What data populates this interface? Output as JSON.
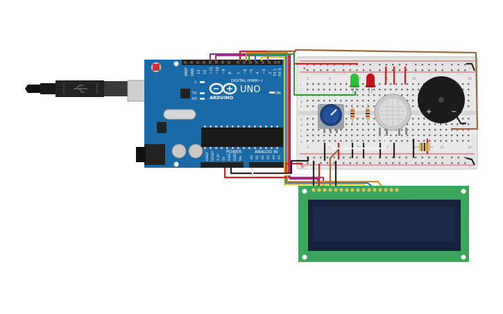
{
  "arduino": {
    "brand": "ARDUINO",
    "model": "UNO",
    "digital_header_label": "DIGITAL (PWM~)",
    "power_label": "POWER",
    "analog_label": "ANALOG IN",
    "on_led_label": "ON",
    "l_led_label": "L",
    "tx_label": "TX",
    "rx_label": "RX",
    "digital_pins": [
      "AREF",
      "GND",
      "13",
      "12",
      "~11",
      "~10",
      "~9",
      "8",
      "7",
      "~6",
      "~5",
      "4",
      "~3",
      "2",
      "TX 1",
      "RX 0"
    ],
    "power_pins": [
      "IOREF",
      "RESET",
      "3.3V",
      "5V",
      "GND",
      "GND",
      "Vin"
    ],
    "analog_pins": [
      "A0",
      "A1",
      "A2",
      "A3",
      "A4",
      "A5"
    ]
  },
  "breadboard": {
    "row_letters_top": [
      "j",
      "i",
      "h",
      "g",
      "f"
    ],
    "row_letters_bottom": [
      "e",
      "d",
      "c",
      "b",
      "a"
    ],
    "column_numbers": [
      "1",
      "5",
      "10",
      "15",
      "20",
      "25",
      "30"
    ],
    "plus_label": "+",
    "minus_label": "-"
  },
  "buzzer": {
    "plus_label": "+",
    "minus_label": "−"
  },
  "colors": {
    "arduino_board": "#1a6aa8",
    "breadboard": "#e8e8e8",
    "lcd_board": "#3aa65b",
    "lcd_screen": "#1c2a4a",
    "wire_red": "#d62020",
    "wire_black": "#222222",
    "wire_brown": "#9b6a3a",
    "wire_purple": "#8a2d8f",
    "wire_orange": "#e8861a",
    "wire_green": "#2e9e3c",
    "wire_blue": "#2a78c8",
    "wire_yellow": "#e0c21a",
    "wire_white": "#f2f2f2",
    "led_green": "#2fbf3a",
    "led_red": "#c0161b"
  }
}
